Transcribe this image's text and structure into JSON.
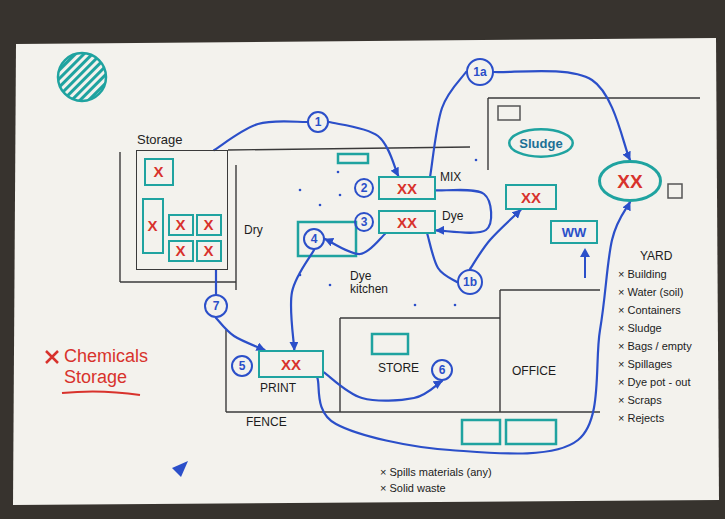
{
  "diagram": {
    "nodes": [
      {
        "text": [
          "Storage"
        ]
      },
      {
        "text": [
          "X"
        ],
        "in": 0
      },
      {
        "text": [
          "X"
        ],
        "in": 0
      },
      {
        "text": [
          "X"
        ],
        "in": 0
      },
      {
        "text": [
          "X"
        ],
        "in": 0
      },
      {
        "text": [
          "X"
        ],
        "in": 0
      },
      {
        "text": [
          "X"
        ],
        "in": 0
      },
      {
        "text": [
          "1"
        ]
      },
      {
        "text": [
          "XX"
        ]
      },
      {
        "text": [
          "2"
        ]
      },
      {
        "text": [
          "XX"
        ]
      },
      {
        "text": [
          "3"
        ]
      },
      {
        "text": [
          "1a"
        ]
      },
      {
        "text": [
          "Sludge"
        ]
      },
      {
        "text": [
          "XX"
        ]
      },
      {
        "text": [
          "WW"
        ]
      },
      {
        "text": [
          "XX"
        ]
      },
      {
        "text": [
          "1b"
        ]
      },
      {
        "text": [
          "4"
        ]
      },
      {
        "text": [
          "7"
        ]
      },
      {
        "text": [
          "5"
        ]
      },
      {
        "text": [
          "XX"
        ]
      },
      {
        "text": [
          "6"
        ]
      }
    ],
    "edges": [
      {
        "from": 0,
        "to": 7,
        "arrow": "none"
      },
      {
        "from": 7,
        "to": 8,
        "arrow": "to"
      },
      {
        "from": 8,
        "to": 10,
        "arrow": "to"
      },
      {
        "from": 8,
        "to": 12,
        "arrow": "none"
      },
      {
        "from": 12,
        "to": 16,
        "arrow": "to"
      },
      {
        "from": 10,
        "to": 17,
        "arrow": "none"
      },
      {
        "from": 17,
        "to": 14,
        "arrow": "to"
      },
      {
        "from": 10,
        "to": 18,
        "arrow": "to"
      },
      {
        "from": 18,
        "to": 21,
        "arrow": "to"
      },
      {
        "from": 0,
        "to": 19,
        "arrow": "none"
      },
      {
        "from": 19,
        "to": 21,
        "arrow": "to"
      },
      {
        "from": 21,
        "to": 22,
        "arrow": "to"
      },
      {
        "from": 21,
        "to": 16,
        "arrow": "to"
      }
    ],
    "labels": [
      "MIX",
      "Dye",
      "Dry",
      "Dye kitchen",
      "YARD",
      "OFFICE",
      "PRINT",
      "STORE",
      "FENCE",
      "× Building",
      "× Water (soil)",
      "× Containers",
      "× Sludge",
      "× Bags / empty",
      "× Spillages",
      "× Dye pot - out",
      "× Scraps",
      "× Rejects",
      "× Spills materials (any)",
      "× Solid waste"
    ],
    "legend": [
      {
        "text": "Chemicals Storage"
      }
    ]
  }
}
